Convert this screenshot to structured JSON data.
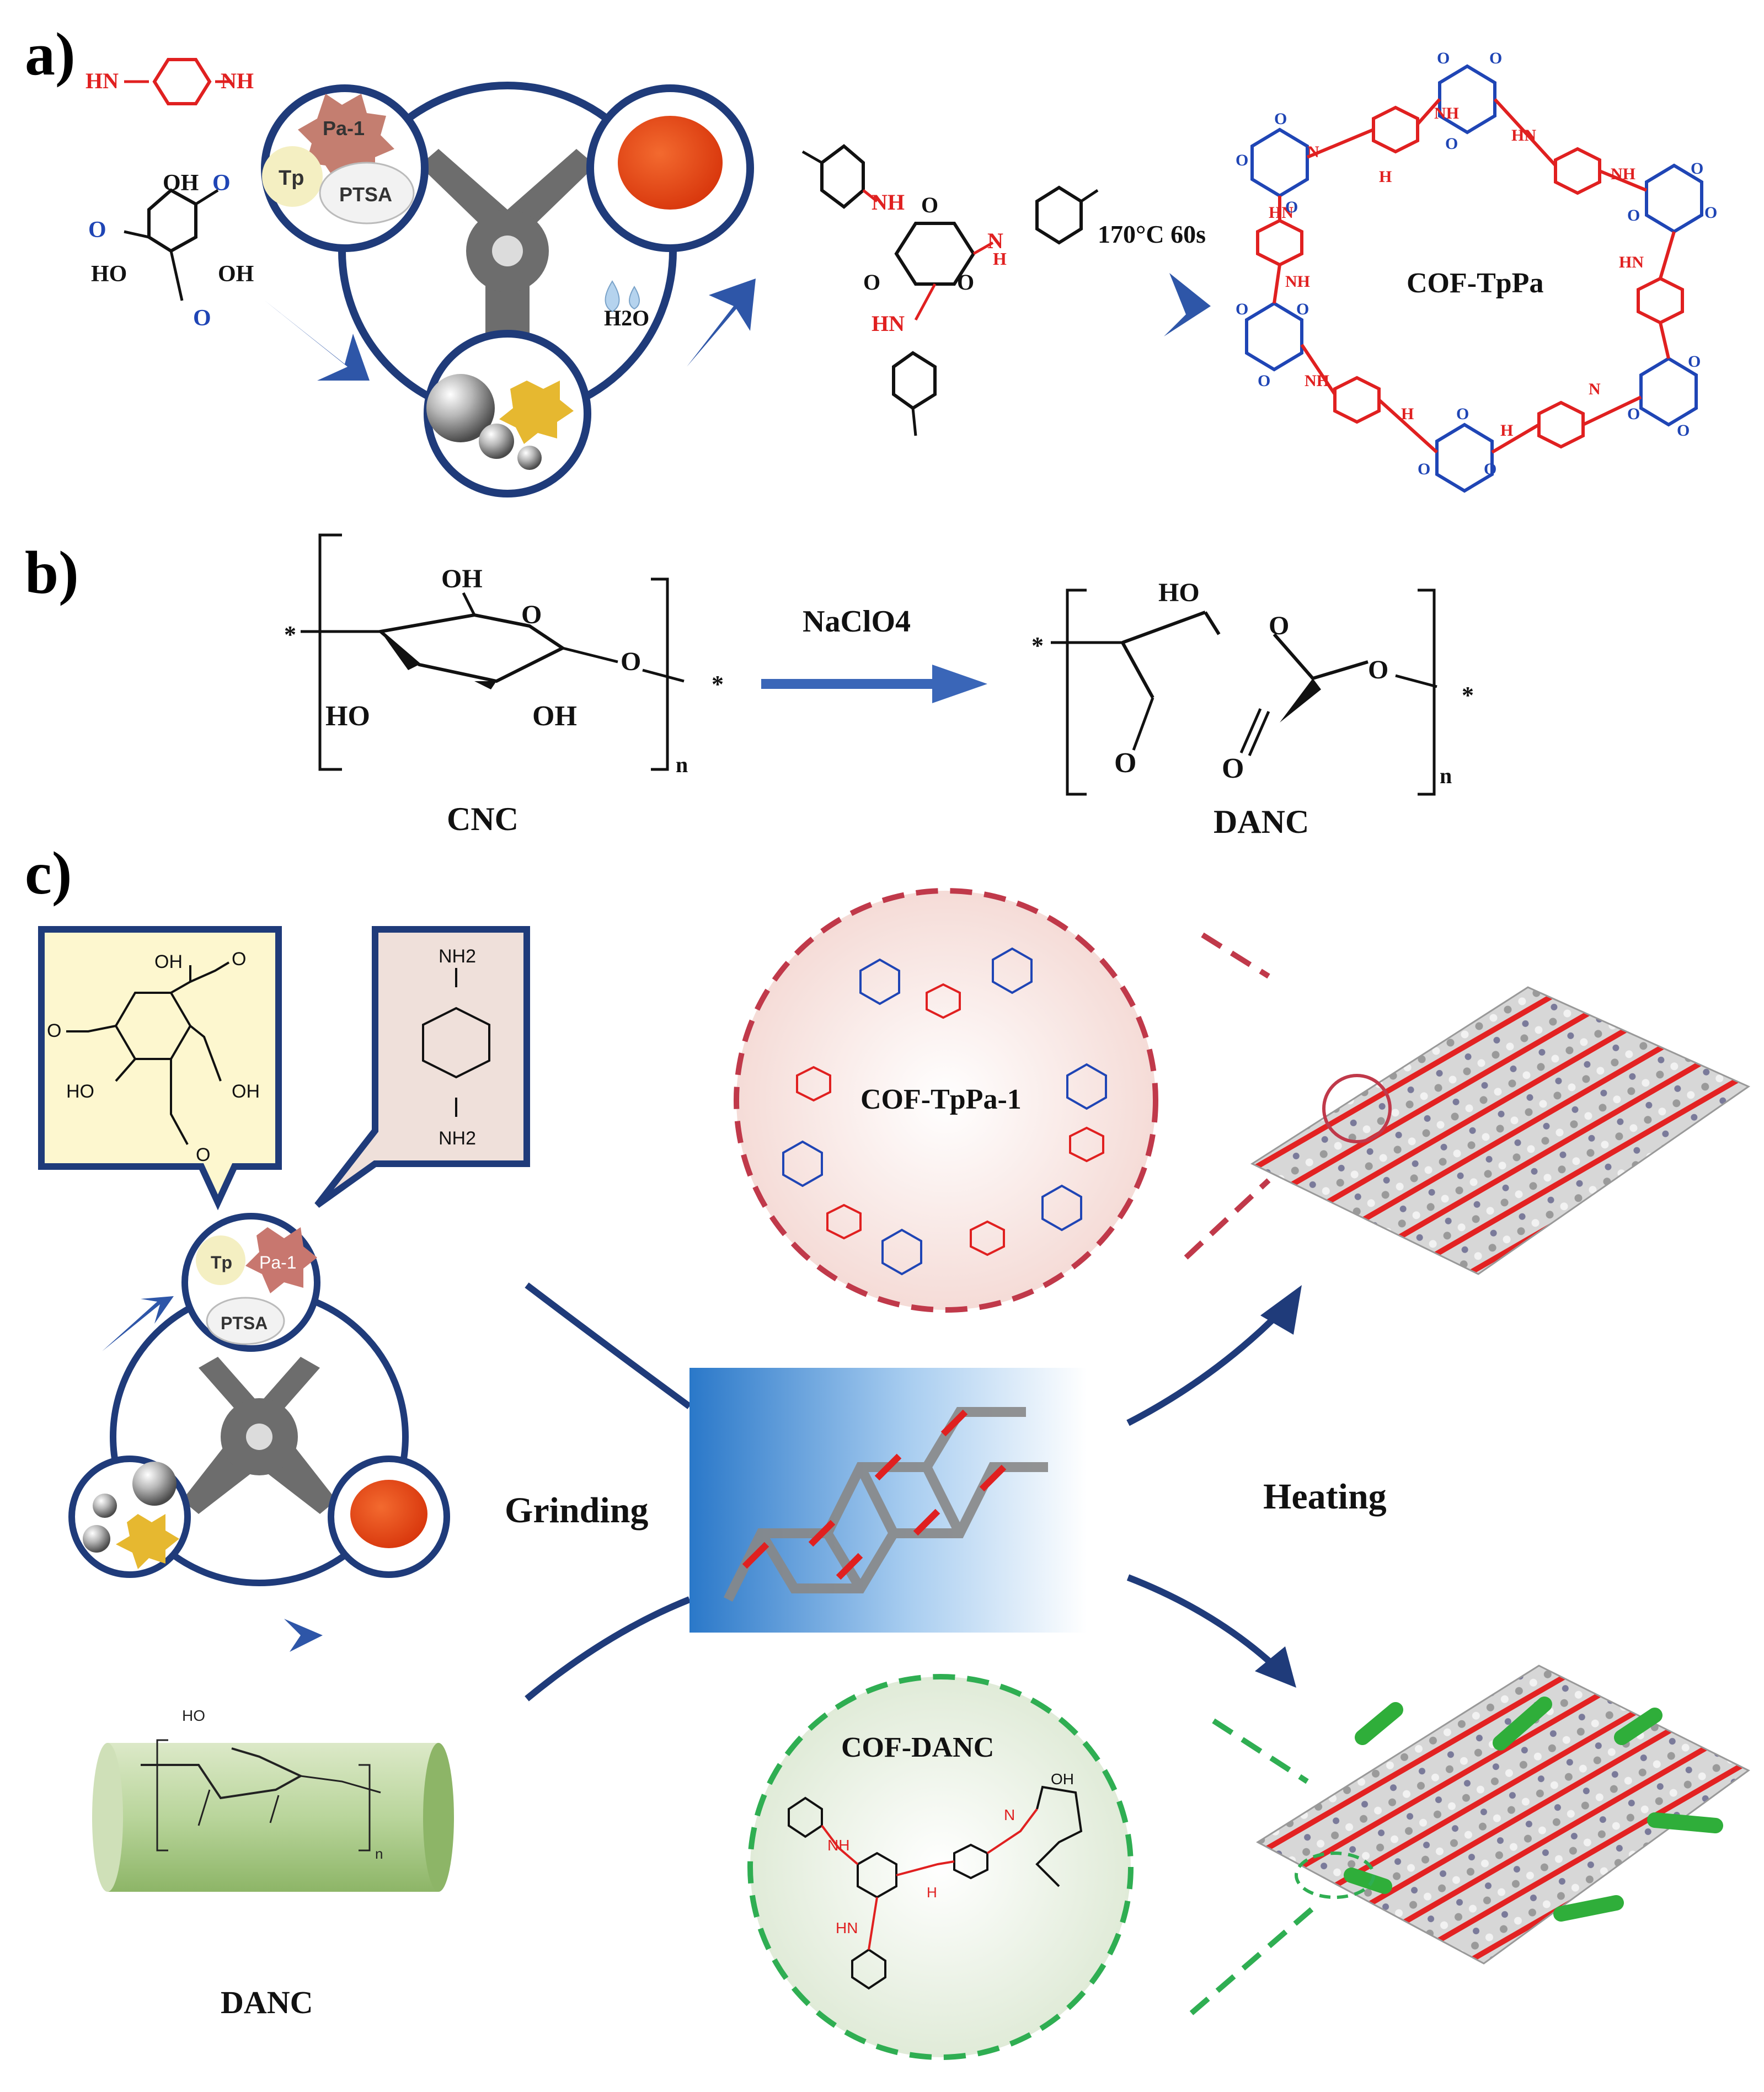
{
  "panels": {
    "a": {
      "label": "a)"
    },
    "b": {
      "label": "b)"
    },
    "c": {
      "label": "c)"
    }
  },
  "panel_a": {
    "pa_amine_left": "HN",
    "pa_amine_right": "NH",
    "tp_oh_top": "OH",
    "tp_o_top": "O",
    "tp_o_left": "O",
    "tp_ho_left": "HO",
    "tp_oh_right": "OH",
    "tp_o_bottom": "O",
    "mill_pa1": "Pa-1",
    "mill_tp": "Tp",
    "mill_ptsa": "PTSA",
    "water": "H2O",
    "inter_nh_top": "NH",
    "inter_n_right": "N",
    "inter_h_right": "H",
    "inter_o_top": "O",
    "inter_o_left": "O",
    "inter_o_right": "O",
    "inter_hn_bottom": "HN",
    "condition": "170°C 60s",
    "cof_name": "COF-TpPa",
    "ring_labels": [
      "NH",
      "HN",
      "HN",
      "NH",
      "NH",
      "HN",
      "NH",
      "H",
      "H",
      "H",
      "N",
      "N"
    ],
    "ring_o": [
      "O",
      "O",
      "O",
      "O",
      "O",
      "O",
      "O",
      "O",
      "O",
      "O",
      "O",
      "O",
      "O",
      "O",
      "O",
      "O",
      "O",
      "O"
    ]
  },
  "panel_b": {
    "cnc_oh_top": "OH",
    "cnc_o_ring": "O",
    "cnc_o_link": "O",
    "cnc_ho": "HO",
    "cnc_oh_bottom": "OH",
    "star": "*",
    "n": "n",
    "reagent": "NaClO4",
    "cnc_name": "CNC",
    "danc_ho_top": "HO",
    "danc_o_ring": "O",
    "danc_o_link": "O",
    "danc_o_left": "O",
    "danc_o_right": "O",
    "danc_name": "DANC"
  },
  "panel_c": {
    "tp_oh": "OH",
    "tp_o_top": "O",
    "tp_o_left": "O",
    "tp_ho": "HO",
    "tp_oh_right": "OH",
    "tp_o_bottom": "O",
    "pa_nh2_top": "NH2",
    "pa_nh2_bottom": "NH2",
    "mill_tp": "Tp",
    "mill_pa1": "Pa-1",
    "mill_ptsa": "PTSA",
    "cof1_name": "COF-TpPa-1",
    "grinding": "Grinding",
    "heating": "Heating",
    "cofdanc_name": "COF-DANC",
    "cofdanc_oh": "OH",
    "cofdanc_nh": "NH",
    "cofdanc_hn": "HN",
    "cofdanc_h": "H",
    "cofdanc_n": "N",
    "danc_label": "DANC",
    "danc_ho": "HO",
    "danc_n": "n"
  },
  "colors": {
    "navy": "#1f3b7a",
    "arrow_blue": "#3a66b8",
    "red": "#e02020",
    "blue_chem": "#1f45b5",
    "pink_bg": "#f6e3e0",
    "green_bg": "#e6efdf",
    "yellow_box": "#fdf7cf",
    "pink_box": "#efe0da",
    "orange_powder": "#e8461a",
    "green_bar": "#2fae3a"
  }
}
